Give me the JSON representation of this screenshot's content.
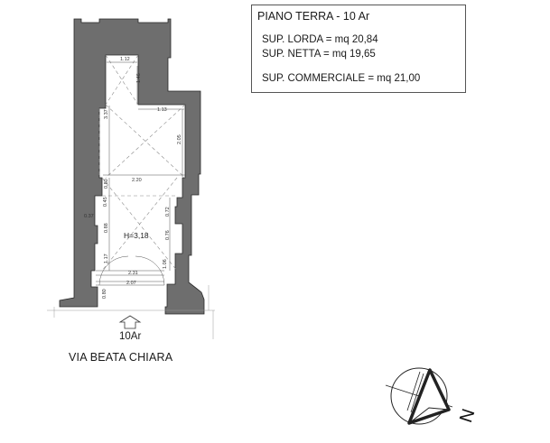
{
  "info": {
    "title": "PIANO TERRA - 10 Ar",
    "lorda": "SUP. LORDA = mq 20,84",
    "netta": "SUP. NETTA = mq 19,65",
    "commerciale": "SUP. COMMERCIALE = mq 21,00"
  },
  "plan": {
    "street": "VIA BEATA CHIARA",
    "entry_label": "10Ar",
    "height_label": "H=3,18",
    "dims": {
      "d1": "1.12",
      "d2": "1.46",
      "d3": "3.37",
      "d4": "1.13",
      "d5": "2.05",
      "d6": "2.20",
      "d7": "0.80",
      "d8": "0.45",
      "d9": "0.72",
      "d10": "0.37",
      "d11": "0.88",
      "d12": "0.76",
      "d13": "1.17",
      "d14": "1.06",
      "d15": "2.31",
      "d16": "2.07",
      "d17": "0.80"
    }
  },
  "compass": {
    "label": "N"
  },
  "colors": {
    "wall": "#6e6e6e",
    "outline": "#2a2a2a"
  }
}
